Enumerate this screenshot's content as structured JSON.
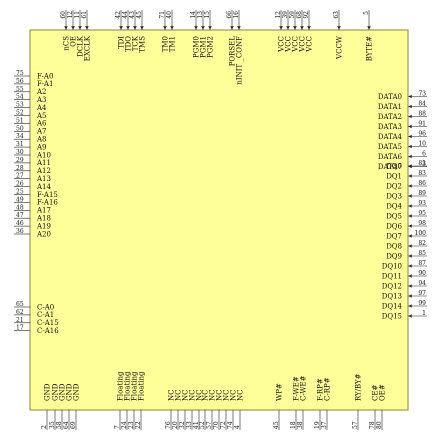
{
  "package": {
    "body_fill": "#ffff99",
    "body_stroke": "#8a8a2a",
    "line_color": "#222222"
  },
  "left_pins": [
    {
      "num": "75",
      "label": "F-A0"
    },
    {
      "num": "56",
      "label": "F-A1"
    },
    {
      "num": "55",
      "label": "A2"
    },
    {
      "num": "54",
      "label": "A3"
    },
    {
      "num": "53",
      "label": "A4"
    },
    {
      "num": "52",
      "label": "A5"
    },
    {
      "num": "51",
      "label": "A6"
    },
    {
      "num": "50",
      "label": "A7"
    },
    {
      "num": "34",
      "label": "A8"
    },
    {
      "num": "31",
      "label": "A9"
    },
    {
      "num": "30",
      "label": "A10"
    },
    {
      "num": "29",
      "label": "A11"
    },
    {
      "num": "28",
      "label": "A12"
    },
    {
      "num": "27",
      "label": "A13"
    },
    {
      "num": "26",
      "label": "A14"
    },
    {
      "num": "25",
      "label": "F-A15"
    },
    {
      "num": "49",
      "label": "F-A16"
    },
    {
      "num": "48",
      "label": "A17"
    },
    {
      "num": "47",
      "label": "A18"
    },
    {
      "num": "46",
      "label": "A19"
    },
    {
      "num": "36",
      "label": "A20"
    },
    {
      "num": "65",
      "label": "C-A0"
    },
    {
      "num": "62",
      "label": "C-A1"
    },
    {
      "num": "21",
      "label": "C-A15"
    },
    {
      "num": "17",
      "label": "C-A16"
    }
  ],
  "right_pins": [
    {
      "num": "73",
      "label": "DATA0"
    },
    {
      "num": "84",
      "label": "DATA1"
    },
    {
      "num": "88",
      "label": "DATA2"
    },
    {
      "num": "91",
      "label": "DATA3"
    },
    {
      "num": "96",
      "label": "DATA4"
    },
    {
      "num": "10",
      "label": "DATA5"
    },
    {
      "num": "6",
      "label": "DATA6"
    },
    {
      "num": "3",
      "label": "DATA7"
    },
    {
      "num": "81",
      "label": "DQ0"
    },
    {
      "num": "83",
      "label": "DQ1"
    },
    {
      "num": "86",
      "label": "DQ2"
    },
    {
      "num": "89",
      "label": "DQ3"
    },
    {
      "num": "93",
      "label": "DQ4"
    },
    {
      "num": "95",
      "label": "DQ5"
    },
    {
      "num": "98",
      "label": "DQ6"
    },
    {
      "num": "100",
      "label": "DQ7"
    },
    {
      "num": "82",
      "label": "DQ8"
    },
    {
      "num": "85",
      "label": "DQ9"
    },
    {
      "num": "87",
      "label": "DQ10"
    },
    {
      "num": "90",
      "label": "DQ11"
    },
    {
      "num": "94",
      "label": "DQ12"
    },
    {
      "num": "97",
      "label": "DQ13"
    },
    {
      "num": "99",
      "label": "DQ14"
    },
    {
      "num": "1",
      "label": "DQ15"
    }
  ],
  "top_pins": [
    {
      "num": "60",
      "label": "nCS"
    },
    {
      "num": "12",
      "label": "OE"
    },
    {
      "num": "11",
      "label": "DCLK"
    },
    {
      "num": "61",
      "label": "EXCLK"
    },
    {
      "num": "42",
      "label": "TDI"
    },
    {
      "num": "44",
      "label": "TDO"
    },
    {
      "num": "43",
      "label": "TCK"
    },
    {
      "num": "45",
      "label": "TMS"
    },
    {
      "num": "71",
      "label": "TM0"
    },
    {
      "num": "40",
      "label": "TM1"
    },
    {
      "num": "14",
      "label": "PGM0"
    },
    {
      "num": "13",
      "label": "PGM1"
    },
    {
      "num": "15",
      "label": "PGM2"
    },
    {
      "num": "66",
      "label": "PORSEL"
    },
    {
      "num": "16",
      "label": "nINIT _CONF"
    },
    {
      "num": "12",
      "label": "VCC"
    },
    {
      "num": "39",
      "label": "VCC"
    },
    {
      "num": "59",
      "label": "VCC"
    },
    {
      "num": "68",
      "label": "VCC"
    },
    {
      "num": "92",
      "label": "VCC"
    },
    {
      "num": "63",
      "label": "VCCW"
    },
    {
      "num": "5",
      "label": "BYTE#"
    }
  ],
  "bottom_pins": [
    {
      "num": "2",
      "label": "GND"
    },
    {
      "num": "35",
      "label": "GND"
    },
    {
      "num": "58",
      "label": "GND"
    },
    {
      "num": "64",
      "label": "GND"
    },
    {
      "num": "69",
      "label": "GND"
    },
    {
      "num": "7",
      "label": "Floating"
    },
    {
      "num": "24",
      "label": "Floating"
    },
    {
      "num": "23",
      "label": "Floating"
    },
    {
      "num": "22",
      "label": "Floating"
    },
    {
      "num": "76",
      "label": "NC"
    },
    {
      "num": "20",
      "label": "NC"
    },
    {
      "num": "32",
      "label": "NC"
    },
    {
      "num": "33",
      "label": "NC"
    },
    {
      "num": "41",
      "label": "NC"
    },
    {
      "num": "52",
      "label": "NC"
    },
    {
      "num": "57",
      "label": "NC"
    },
    {
      "num": "70",
      "label": "NC"
    },
    {
      "num": "72",
      "label": "NC"
    },
    {
      "num": "74",
      "label": "NC"
    },
    {
      "num": "4",
      "label": "NC"
    },
    {
      "num": "45",
      "label": "WP#"
    },
    {
      "num": "18",
      "label": "F-WE#"
    },
    {
      "num": "38",
      "label": "C-WE#"
    },
    {
      "num": "19",
      "label": "F-RP#"
    },
    {
      "num": "37",
      "label": "C-RP#"
    },
    {
      "num": "57",
      "label": "RY/BY#"
    },
    {
      "num": "78",
      "label": "CE#"
    },
    {
      "num": "80",
      "label": "OE#"
    }
  ]
}
